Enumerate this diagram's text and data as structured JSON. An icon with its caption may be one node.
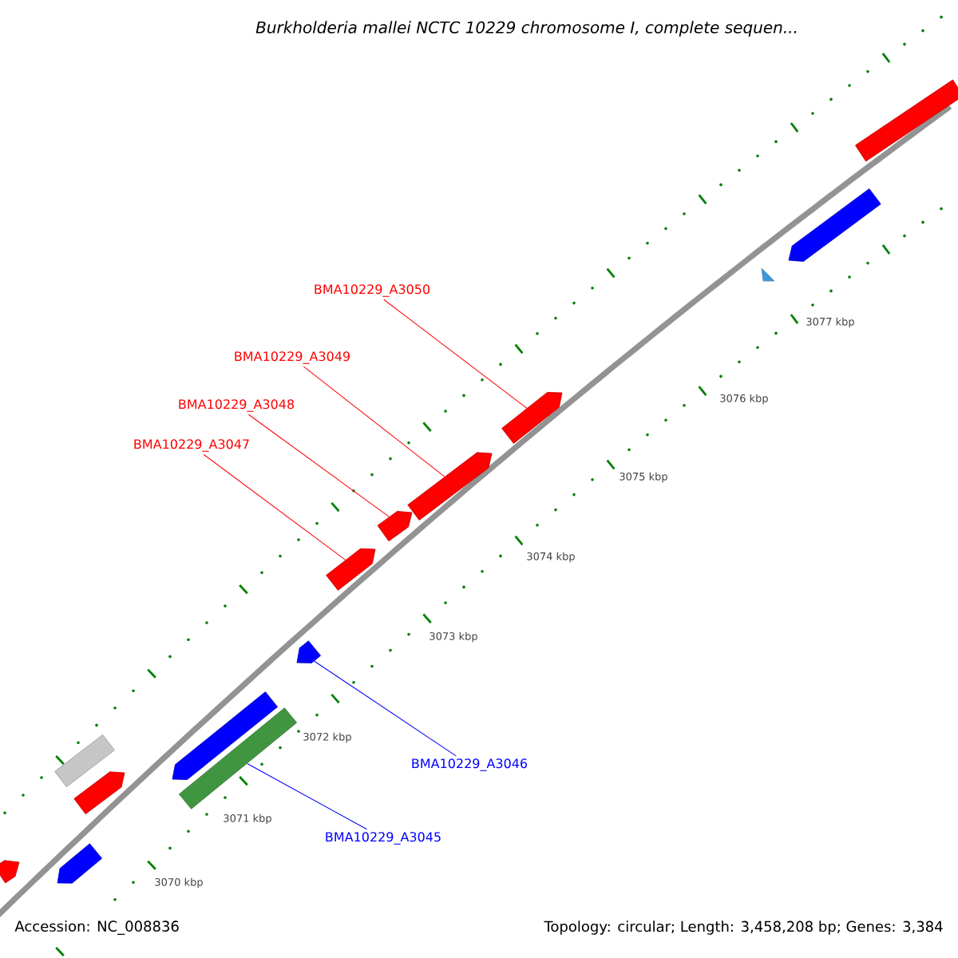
{
  "diagram": {
    "title": "Burkholderia mallei NCTC 10229 chromosome I, complete sequen...",
    "nodes": [
      {
        "text": [
          "BMA10229_A3050"
        ]
      },
      {
        "text": [
          "BMA10229_A3049"
        ]
      },
      {
        "text": [
          "BMA10229_A3048"
        ]
      },
      {
        "text": [
          "BMA10229_A3047"
        ]
      },
      {
        "text": [
          "BMA10229_A3046"
        ]
      },
      {
        "text": [
          "BMA10229_A3045"
        ]
      },
      {
        "text": [],
        "shape": "pentagon"
      },
      {
        "text": [],
        "shape": "pentagon"
      },
      {
        "text": [],
        "shape": "bar"
      },
      {
        "text": [],
        "shape": "pentagon"
      },
      {
        "text": [],
        "shape": "pentagon"
      },
      {
        "text": [],
        "shape": "bar"
      },
      {
        "text": [],
        "shape": "pentagon"
      },
      {
        "text": [],
        "shape": "pentagon"
      },
      {
        "text": [],
        "shape": "pentagon"
      },
      {
        "text": [],
        "shape": "pentagon"
      },
      {
        "text": [],
        "shape": "pentagon"
      },
      {
        "text": [],
        "shape": "triangle"
      },
      {
        "text": [],
        "shape": "pentagon"
      },
      {
        "text": [],
        "shape": "bar"
      }
    ],
    "edges": [
      {
        "from": 0,
        "to": 16,
        "arrow": "none"
      },
      {
        "from": 1,
        "to": 15,
        "arrow": "none"
      },
      {
        "from": 2,
        "to": 14,
        "arrow": "none"
      },
      {
        "from": 3,
        "to": 13,
        "arrow": "none"
      },
      {
        "from": 4,
        "to": 12,
        "arrow": "none",
        "color": "#0000ff"
      },
      {
        "from": 5,
        "to": 11,
        "arrow": "none",
        "color": "#0000ff"
      }
    ],
    "labels": [
      "3077 kbp",
      "3076 kbp",
      "3075 kbp",
      "3074 kbp",
      "3073 kbp",
      "3072 kbp",
      "3071 kbp",
      "3070 kbp",
      "Accession: NC_008836",
      "Topology: circular; Length: 3,458,208 bp; Genes: 3,384"
    ]
  }
}
